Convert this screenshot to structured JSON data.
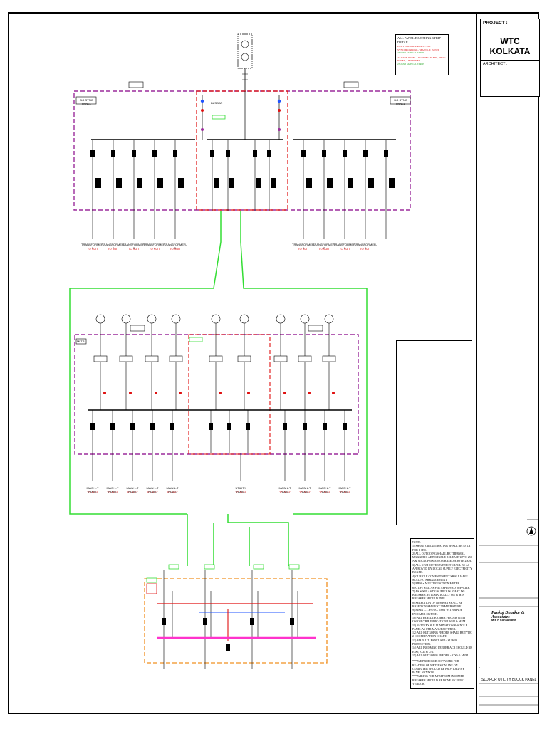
{
  "title_block": {
    "project_label": "PROJECT :",
    "project_name": "WTC KOLKATA",
    "architect_label": "ARCHITECT :",
    "consultant_name": "Pankaj Dharkar & Associates",
    "consultant_sub": "M E P Consultants",
    "drawing_title": "SLD FOR UTILITY BLOCK PANEL"
  },
  "earthing_box": {
    "heading": "ALL PANEL EARTHING STRIP DETAIL",
    "line1": "LT/HT BREAKER PANEL - DG SYNCHRONISING / MAIN L.T. PANEL",
    "line2": "2X50X6 SIZE G.I. STRIP",
    "line3": "ALL SUB PANEL - PUMPING PANEL, HVAC PANEL, LIFT PANEL",
    "line4": "2X25X3 SIZE G.I. STRIP"
  },
  "notes": {
    "heading": "NOTE:-",
    "items": [
      "1) SHORT CIRCUIT RATING SHALL BE 50 KA FOR 1 SEC.",
      "2) ALL OUTGOING SHALL BE THERMAL MAGNETIC ADJUSTABLE RELEASE UPTO 250 A & MICROPROCESSOR BASED ABOVE 250A.",
      "3) ALL KWH METER WITH CT SHALL BE AS APPROVED BY LOCAL SUPPLY ELECTRICITY BOARD.",
      "4) CUBICLE COMPARTMENT SHALL HAVE SEALING ARRANGEMENT.",
      "5) MFM = MULTI FUNCTION METER",
      "6) CT/PT SIZE AS PER APPROVED SUPPLIER.",
      "7) AS SOON AS DG SUPPLY IS START DG BREAKER AUTOMATICALLY ON & MIN BREAKER SHOULD TRIP.",
      "8) SELECTION OF BUS BAR SHALL BE BASED ON AMBIENT TEMPERATURE.",
      "9) MAIN L.T. PANEL TEST WITH MAIN INCOMER SWITCH.",
      "10) ALL PANEL INCOMER FEEDER WITH ON/OFF/TRIP INDICATION LAMP & MFM.",
      "11) BATTERY & ILLUMINATION & SINGLE PANEL AS PER MANUFACTURER.",
      "12) ALL OUTGOING FEEDER SHALL BE TYPE 2 COORDINATION CHART.",
      "13) MAIN L.T. PANEL SPD - SURGE PROTECTION.",
      "14) ALL INCOMING FEEDER ACB SHOULD BE EDO, ELR & U/V.",
      "15) ALL OUTGOING FEEDER - EDO & MFM."
    ],
    "footer1": "*** WE PROPOSED SOFTWARE FOR READING OF METERS ONLINE ON COMPUTER SHOULD BE PROVIDED BY PANEL VENDOR.",
    "footer2": "*** WIRING FOR MFM FROM INCOMER BREAKER SHOULD BE DONE BY PANEL VENDOR."
  },
  "diagram_labels": {
    "top_left_panel": "DG SYNC PANEL",
    "top_right_panel": "DG SYNC PANEL",
    "busbar_tag": "BUSBAR",
    "mid_panel": "MLTP",
    "transformer_feeders": [
      "TRANSFORMER-1",
      "TRANSFORMER-2",
      "TRANSFORMER-3",
      "TRANSFORMER-4",
      "TRANSFORMER-5",
      "TRANSFORMER-6",
      "TRANSFORMER-7",
      "TRANSFORMER-8",
      "TRANSFORMER-9"
    ],
    "main_lt_feeders": [
      "MAIN L.T PANEL",
      "MAIN L.T PANEL",
      "MAIN L.T PANEL",
      "MAIN L.T PANEL",
      "MAIN L.T PANEL",
      "UTILITY PANEL",
      "MAIN L.T PANEL",
      "MAIN L.T PANEL",
      "MAIN L.T PANEL",
      "MAIN L.T PANEL"
    ],
    "feeder_rating": "TO SUIT"
  },
  "colors": {
    "dg_panel_border": "#9b2c9b",
    "bus_section_border": "#e01010",
    "interconnect": "#33dd33",
    "lower_panel_border": "#f09020",
    "lower_bus": "#ff33cc",
    "red_text": "#e01010"
  }
}
